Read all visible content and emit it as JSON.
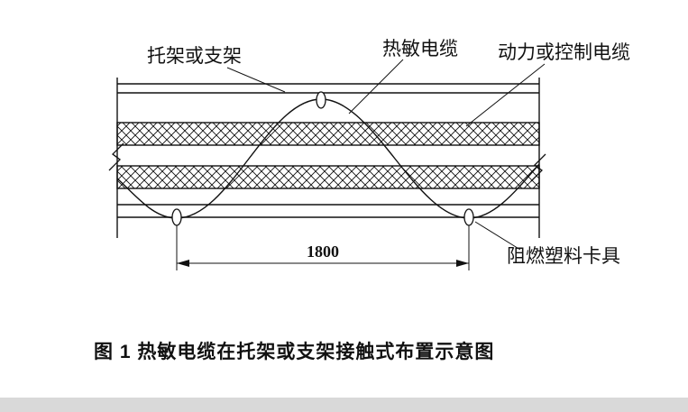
{
  "diagram": {
    "labels": {
      "bracket": "托架或支架",
      "sensor_cable": "热敏电缆",
      "power_cable": "动力或控制电缆",
      "clip": "阻燃塑料卡具"
    },
    "dimension": "1800",
    "caption": "图 1  热敏电缆在托架或支架接触式布置示意图"
  }
}
